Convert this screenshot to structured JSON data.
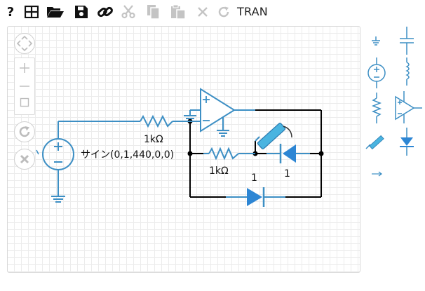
{
  "toolbar": {
    "help_label": "?",
    "analysis_label": "TRAN",
    "buttons": [
      {
        "name": "help",
        "icon": "question-icon",
        "enabled": true
      },
      {
        "name": "grid",
        "icon": "grid-icon",
        "enabled": true
      },
      {
        "name": "open",
        "icon": "folder-open-icon",
        "enabled": true
      },
      {
        "name": "save",
        "icon": "floppy-save-icon",
        "enabled": true
      },
      {
        "name": "link",
        "icon": "link-icon",
        "enabled": true
      },
      {
        "name": "cut",
        "icon": "scissors-icon",
        "enabled": false
      },
      {
        "name": "copy",
        "icon": "copy-icon",
        "enabled": false
      },
      {
        "name": "paste",
        "icon": "paste-icon",
        "enabled": false
      },
      {
        "name": "delete",
        "icon": "x-icon",
        "enabled": false
      },
      {
        "name": "run",
        "icon": "refresh-icon",
        "enabled": false
      }
    ]
  },
  "canvas_controls": [
    {
      "name": "pan",
      "icon": "pan-arrows-icon"
    },
    {
      "name": "zoom-in",
      "icon": "plus-icon"
    },
    {
      "name": "zoom-out",
      "icon": "minus-icon"
    },
    {
      "name": "fit",
      "icon": "square-icon"
    },
    {
      "name": "redo",
      "icon": "rotate-icon"
    },
    {
      "name": "clear",
      "icon": "close-circle-icon"
    }
  ],
  "palette": [
    {
      "name": "ground",
      "icon": "ground-icon"
    },
    {
      "name": "capacitor",
      "icon": "capacitor-icon"
    },
    {
      "name": "voltage-source",
      "icon": "voltage-source-icon"
    },
    {
      "name": "inductor",
      "icon": "inductor-icon"
    },
    {
      "name": "resistor",
      "icon": "resistor-icon"
    },
    {
      "name": "opamp",
      "icon": "opamp-icon"
    },
    {
      "name": "probe",
      "icon": "probe-icon"
    },
    {
      "name": "diode",
      "icon": "diode-icon"
    },
    {
      "name": "port",
      "icon": "port-arrow-icon"
    }
  ],
  "schematic": {
    "source_label": "サイン(0,1,440,0,0)",
    "r1_label": "1kΩ",
    "r2_label": "1kΩ",
    "d1_label": "1",
    "d2_label": "1",
    "colors": {
      "component": "#3d8fc4",
      "wire": "#000000",
      "diode_fill": "#2d86d4",
      "probe_fill": "#4ab4e0",
      "disabled": "#c4c4c4",
      "icon": "#111111"
    }
  }
}
